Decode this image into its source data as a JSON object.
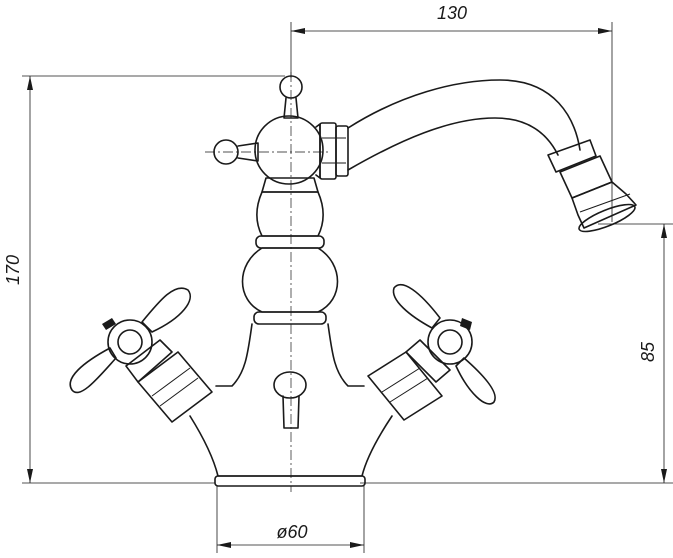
{
  "dimensions": {
    "width_label": "130",
    "height_label": "170",
    "spout_height_label": "85",
    "base_diameter_label": "ø60"
  },
  "colors": {
    "line": "#1a1a1a",
    "background": "#ffffff"
  }
}
